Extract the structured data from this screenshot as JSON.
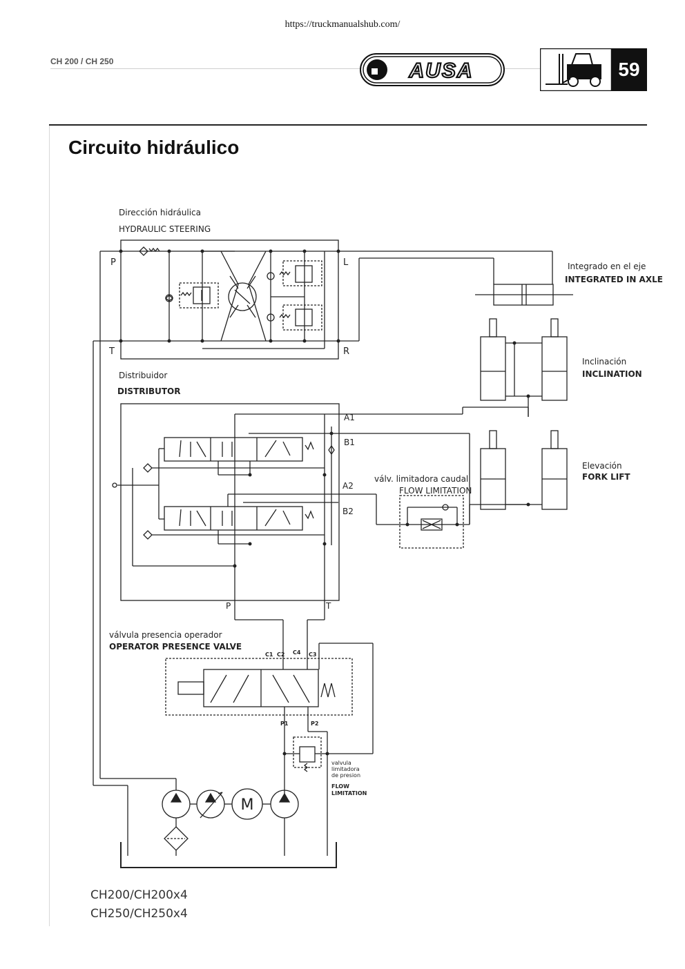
{
  "header": {
    "url": "https://truckmanualshub.com/",
    "model": "CH 200 / CH 250",
    "logo_text": "AUSA",
    "page_number": "59"
  },
  "title": "Circuito hidráulico",
  "labels": {
    "steering_es": "Dirección hidráulica",
    "steering_en": "HYDRAULIC STEERING",
    "axle_es": "Integrado en el eje",
    "axle_en": "INTEGRATED IN AXLE",
    "inclination_es": "Inclinación",
    "inclination_en": "INCLINATION",
    "distributor_es": "Distribuidor",
    "distributor_en": "DISTRIBUTOR",
    "lift_es": "Elevación",
    "lift_en": "FORK LIFT",
    "flow_es": "válv. limitadora caudal",
    "flow_en": "FLOW LIMITATION",
    "presence_es": "válvula presencia operador",
    "presence_en": "OPERATOR PRESENCE VALVE",
    "pressure_es_1": "valvula",
    "pressure_es_2": "limitadora",
    "pressure_es_3": "de presion",
    "pressure_en_1": "FLOW",
    "pressure_en_2": "LIMITATION",
    "motor": "M"
  },
  "ports": {
    "p": "P",
    "t": "T",
    "l": "L",
    "r": "R",
    "a1": "A1",
    "b1": "B1",
    "a2": "A2",
    "b2": "B2",
    "dist_p": "P",
    "dist_t": "T",
    "c1": "C1",
    "c2": "C2",
    "c4": "C4",
    "c3": "C3",
    "p1": "P1",
    "p2": "P2"
  },
  "footer": {
    "models_1": "CH200/CH200x4",
    "models_2": "CH250/CH250x4"
  }
}
